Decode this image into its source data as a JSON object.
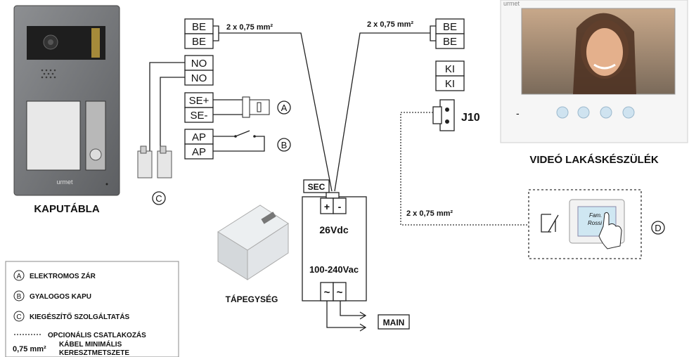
{
  "panel": {
    "title": "KAPUTÁBLA",
    "brand": "urmet",
    "terminals_be": [
      "BE",
      "BE"
    ],
    "terminals_no": [
      "NO",
      "NO"
    ],
    "terminals_se": [
      "SE+",
      "SE-"
    ],
    "terminals_ap": [
      "AP",
      "AP"
    ],
    "cable_label": "2 x 0,75 mm²"
  },
  "monitor": {
    "title": "VIDEÓ LAKÁSKÉSZÜLÉK",
    "brand": "urmet",
    "terminals_be": [
      "BE",
      "BE"
    ],
    "terminals_ki": [
      "KI",
      "KI"
    ],
    "connector": "J10",
    "cable_label": "2 x 0,75 mm²",
    "minus": "-"
  },
  "psu": {
    "title": "TÁPEGYSÉG",
    "sec": "SEC",
    "plus": "+",
    "minus": "-",
    "dc": "26Vdc",
    "ac": "100-240Vac",
    "tilde": "~",
    "main": "MAIN"
  },
  "optional": {
    "cable_label": "2 x 0,75 mm²",
    "nameplate_line1": "Fam.",
    "nameplate_line2": "Rossi"
  },
  "markers": {
    "A": "A",
    "B": "B",
    "C": "C",
    "D": "D"
  },
  "legend": {
    "a_text": "ELEKTROMOS ZÁR",
    "b_text": "GYALOGOS KAPU",
    "c_text": "KIEGÉSZÍTŐ SZOLGÁLTATÁS",
    "dash_text": "OPCIONÁLIS CSATLAKOZÁS",
    "mm_value": "0,75 mm²",
    "mm_text_1": "KÁBEL MINIMÁLIS",
    "mm_text_2": "KERESZTMETSZETE"
  },
  "colors": {
    "panel_body": "#7a7c7f",
    "panel_dark": "#2a2a2a",
    "monitor_body": "#f4f4f4"
  }
}
